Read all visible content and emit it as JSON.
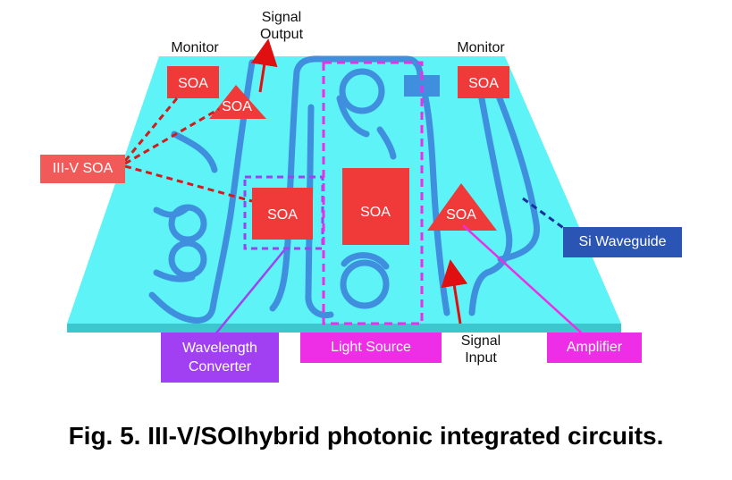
{
  "labels": {
    "signal_output_line1": "Signal",
    "signal_output_line2": "Output",
    "monitor_left": "Monitor",
    "monitor_right": "Monitor",
    "signal_input_line1": "Signal",
    "signal_input_line2": "Input"
  },
  "soa_text": "SOA",
  "callouts": {
    "iii_v_soa": "III-V SOA",
    "si_waveguide": "Si Waveguide",
    "wavelength_converter_line1": "Wavelength",
    "wavelength_converter_line2": "Converter",
    "light_source": "Light Source",
    "amplifier": "Amplifier"
  },
  "caption": "Fig. 5. III-V/SOIhybrid photonic integrated circuits.",
  "colors": {
    "substrate_top": "#5ef3f6",
    "substrate_side": "#3cc7cf",
    "waveguide": "#3f8fde",
    "soa_red": "#f03a3a",
    "callout_red": "#f25a5a",
    "callout_purple": "#a040f2",
    "callout_magenta": "#ee2ee6",
    "callout_blue": "#2a55b5",
    "arrow_red": "#e01010"
  }
}
